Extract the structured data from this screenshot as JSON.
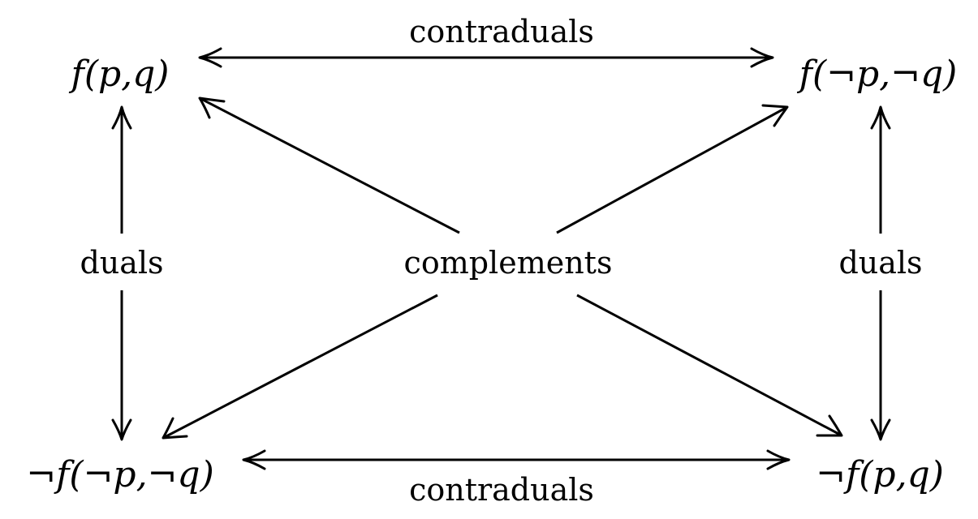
{
  "nodes": {
    "top_left": "f(p,q)",
    "top_right": "f(¬p,¬q)",
    "bottom_left": "¬f(¬p,¬q)",
    "bottom_right": "¬f(p,q)"
  },
  "labels": {
    "top": "contraduals",
    "bottom": "contraduals",
    "left": "duals",
    "right": "duals",
    "center": "complements"
  },
  "edges": [
    {
      "from": "top_left",
      "to": "top_right",
      "bidirectional": true
    },
    {
      "from": "bottom_left",
      "to": "bottom_right",
      "bidirectional": true
    },
    {
      "from": "top_left",
      "to": "bottom_left",
      "bidirectional": true
    },
    {
      "from": "top_right",
      "to": "bottom_right",
      "bidirectional": true
    },
    {
      "from": "center",
      "to": "top_left",
      "bidirectional": false
    },
    {
      "from": "center",
      "to": "top_right",
      "bidirectional": false
    },
    {
      "from": "center",
      "to": "bottom_left",
      "bidirectional": false
    },
    {
      "from": "center",
      "to": "bottom_right",
      "bidirectional": false
    }
  ]
}
